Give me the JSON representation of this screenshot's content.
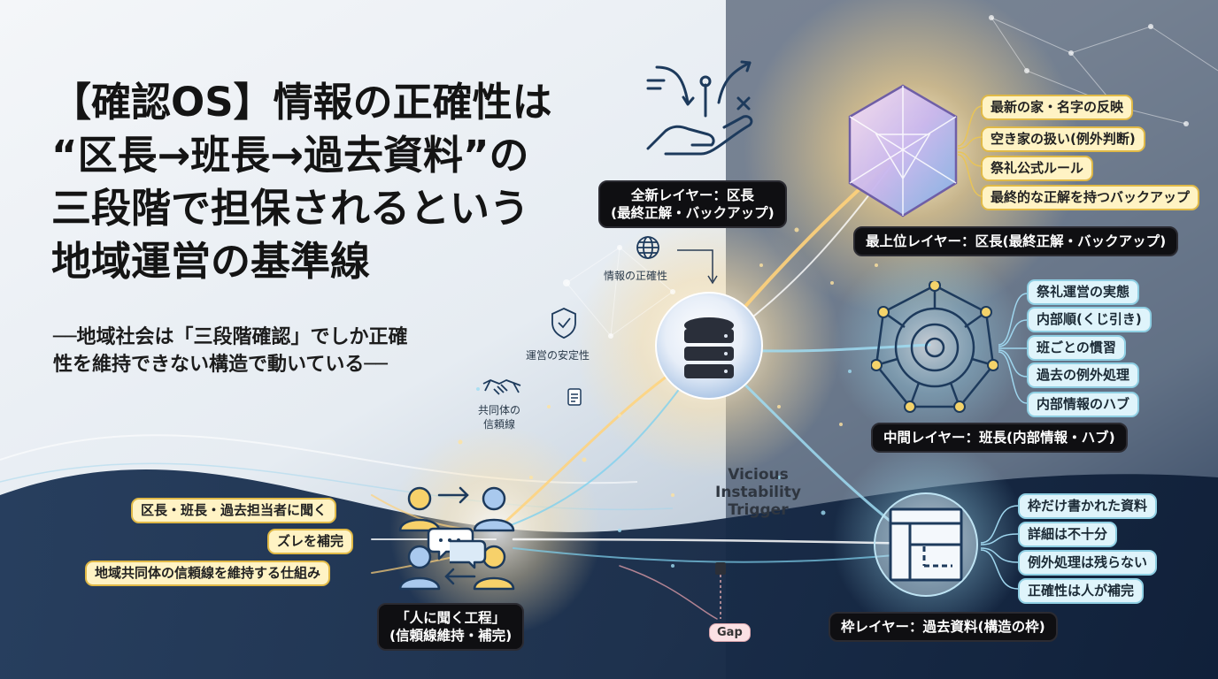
{
  "title": {
    "lines": [
      "【確認OS】情報の正確性は",
      "“区長→班長→過去資料”の",
      "三段階で担保されるという",
      "地域運営の基準線"
    ]
  },
  "subtitle": {
    "lines": [
      "──地域社会は「三段階確認」でしか正確",
      "性を維持できない構造で動いている──"
    ]
  },
  "left_items": [
    "区長・班長・過去担当者に聞く",
    "ズレを補完",
    "地域共同体の信頼線を維持する仕組み"
  ],
  "left_label": {
    "line1": "「人に聞く工程」",
    "line2": "(信頼線維持・補完)"
  },
  "center_labels": {
    "info_accuracy": "情報の正確性",
    "operation_stability": "運営の安定性",
    "community_line1": "共同体の",
    "community_line2": "信頼線"
  },
  "top_center_label": {
    "line1": "全新レイヤー：区長",
    "line2": "(最終正解・バックアップ)"
  },
  "top_layer": {
    "items": [
      "最新の家・名字の反映",
      "空き家の扱い(例外判断)",
      "祭礼公式ルール",
      "最終的な正解を持つバックアップ"
    ],
    "label": "最上位レイヤー：区長(最終正解・バックアップ)"
  },
  "mid_layer": {
    "items": [
      "祭礼運営の実態",
      "内部順(くじ引き)",
      "班ごとの慣習",
      "過去の例外処理",
      "内部情報のハブ"
    ],
    "label": "中間レイヤー：班長(内部情報・ハブ)"
  },
  "bottom_layer": {
    "items": [
      "枠だけ書かれた資料",
      "詳細は不十分",
      "例外処理は残らない",
      "正確性は人が補完"
    ],
    "label": "枠レイヤー：過去資料(構造の枠)"
  },
  "vicious": {
    "lines": [
      "Vicious",
      "Instability",
      "Trigger"
    ]
  },
  "gap": "Gap",
  "colors": {
    "gold": "#f4c542",
    "cyan": "#5fc8e8",
    "navy": "#14243c"
  },
  "icons": [
    "hand-arrows-icon",
    "crystal-gem-icon",
    "database-icon",
    "network-hub-icon",
    "document-grid-icon",
    "people-chat-icon",
    "globe-icon",
    "shield-check-icon",
    "handshake-icon",
    "document-icon"
  ]
}
